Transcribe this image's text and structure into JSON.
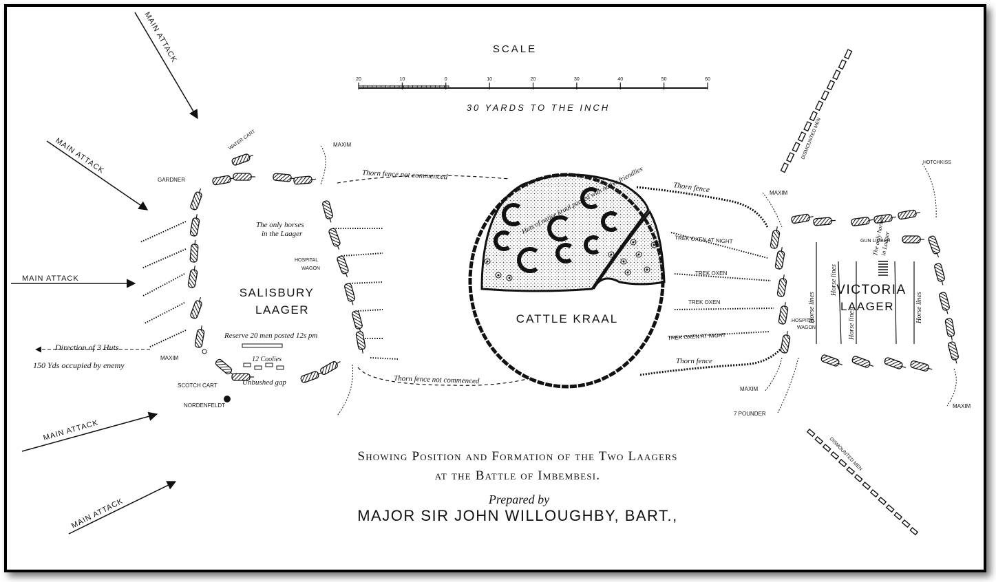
{
  "scale": {
    "title": "SCALE",
    "ticks": [
      "20",
      "10",
      "0",
      "10",
      "20",
      "30",
      "40",
      "50",
      "60"
    ],
    "caption": "30 YARDS TO THE INCH"
  },
  "labels": {
    "main_attack": "MAIN ATTACK",
    "water_cart": "WATER CART",
    "gardner": "GARDNER",
    "maxim": "MAXIM",
    "maxim_right": "MAXIM",
    "hotchkiss": "HOTCHKISS",
    "dismounted_men": "DISMOUNTED MEN",
    "only_horses_left": "The only horses",
    "only_horses_left2": "in the Laager",
    "hospital_wagon": "HOSPITAL",
    "hospital_wagon2": "WAGON",
    "salisbury_1": "SALISBURY",
    "salisbury_2": "LAAGER",
    "reserve": "Reserve 20 men posted 12s pm",
    "coolies": "12 Coolies",
    "unbushed": "Unbushed gap",
    "scotch_cart": "SCOTCH CART",
    "nordenfeldt": "NORDENFELDT",
    "direction_1": "Direction of 3 Huts",
    "direction_2": "150 Yds occupied by enemy",
    "thorn_not_1": "Thorn fence not commenced",
    "thorn_not_2": "Thorn fence not commenced",
    "thorn_fence_1": "Thorn fence",
    "thorn_fence_2": "Thorn fence",
    "native_kraal": "Huts of native kraal packed with native friendlies",
    "cattle_kraal": "CATTLE KRAAL",
    "trek_night_1": "TREK OXEN AT NIGHT",
    "trek_1": "TREK OXEN",
    "trek_2": "TREK OXEN",
    "trek_night_2": "TREK OXEN AT NIGHT",
    "gun_limber": "GUN LIMBER",
    "only_horses_right": "The only horses",
    "only_horses_right2": "in Laager",
    "horse_lines": "Horse lines",
    "victoria_1": "VICTORIA",
    "victoria_2": "LAAGER",
    "hospital_r1": "HOSPITAL",
    "hospital_r2": "WAGON",
    "seven_pounder": "7 POUNDER",
    "maxim_bottom": "MAXIM",
    "maxim_br": "MAXIM"
  },
  "caption": {
    "line1": "Showing Position and Formation of the Two Laagers",
    "line2": "at the Battle of Imbembesi.",
    "prepared": "Prepared by",
    "author": "MAJOR SIR JOHN WILLOUGHBY, BART.,"
  }
}
